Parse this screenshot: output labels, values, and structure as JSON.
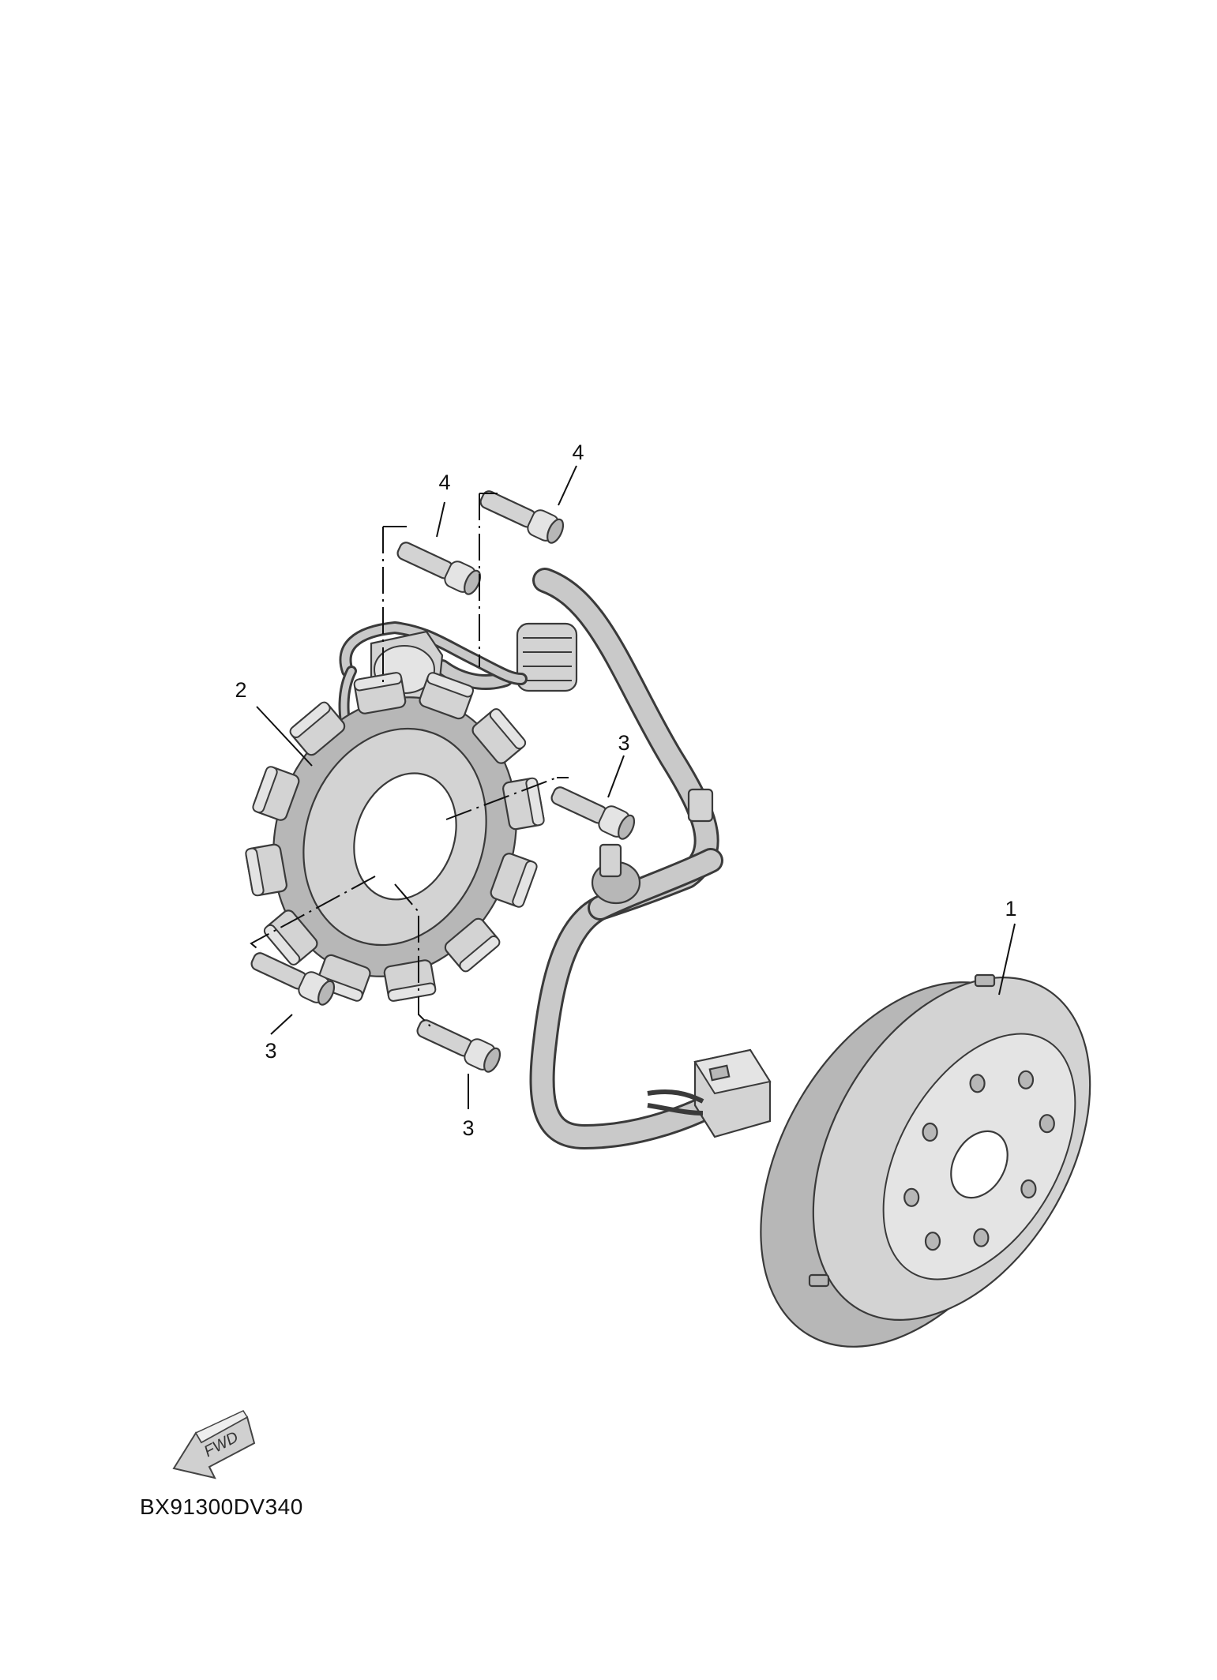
{
  "callouts": {
    "rotor": "1",
    "stator": "2",
    "bolt_3_a": "3",
    "bolt_3_b": "3",
    "bolt_3_c": "3",
    "bolt_4_a": "4",
    "bolt_4_b": "4"
  },
  "fwd_label": "FWD",
  "diagram_code": "BX91300DV340",
  "colors": {
    "part_fill": "#d3d3d3",
    "outline": "#3a3a3a",
    "background": "#ffffff"
  }
}
